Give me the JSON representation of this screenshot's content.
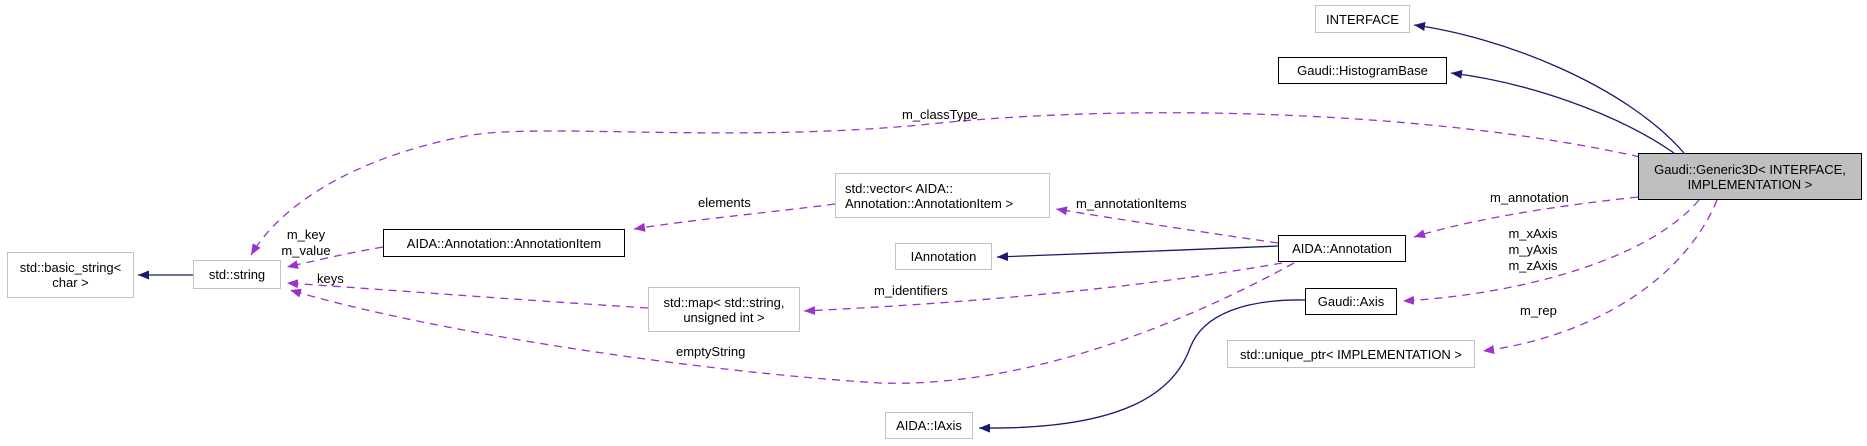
{
  "diagram": {
    "nodes": [
      {
        "id": "interface",
        "label": "INTERFACE"
      },
      {
        "id": "histogram-base",
        "label": "Gaudi::HistogramBase"
      },
      {
        "id": "generic3d",
        "label": "Gaudi::Generic3D< INTERFACE,\nIMPLEMENTATION >"
      },
      {
        "id": "vector-annotationitem",
        "label": "std::vector< AIDA::\nAnnotation::AnnotationItem >"
      },
      {
        "id": "iannotation",
        "label": "IAnnotation"
      },
      {
        "id": "annotation",
        "label": "AIDA::Annotation"
      },
      {
        "id": "annotation-item",
        "label": "AIDA::Annotation::AnnotationItem"
      },
      {
        "id": "string",
        "label": "std::string"
      },
      {
        "id": "basic-string",
        "label": "std::basic_string<\nchar >"
      },
      {
        "id": "map",
        "label": "std::map< std::string,\nunsigned int >"
      },
      {
        "id": "axis",
        "label": "Gaudi::Axis"
      },
      {
        "id": "unique-ptr",
        "label": "std::unique_ptr< IMPLEMENTATION >"
      },
      {
        "id": "iaxis",
        "label": "AIDA::IAxis"
      }
    ],
    "edge_labels": [
      {
        "id": "m-classtype",
        "text": "m_classType"
      },
      {
        "id": "elements",
        "text": "elements"
      },
      {
        "id": "m-annotationitems",
        "text": "m_annotationItems"
      },
      {
        "id": "m-annotation",
        "text": "m_annotation"
      },
      {
        "id": "m-axes",
        "text": "m_xAxis\nm_yAxis\nm_zAxis"
      },
      {
        "id": "m-rep",
        "text": "m_rep"
      },
      {
        "id": "m-key-value",
        "text": "m_key\nm_value"
      },
      {
        "id": "keys",
        "text": "keys"
      },
      {
        "id": "m-identifiers",
        "text": "m_identifiers"
      },
      {
        "id": "emptystring",
        "text": "emptyString"
      }
    ],
    "colors": {
      "inheritance_edge": "#191970",
      "usage_edge": "#9a32cd",
      "selected_node_fill": "#bfbfbf",
      "node_fill": "#ffffff",
      "documented_node_border": "#000000",
      "external_node_border": "#c2c2c6",
      "text": "#000000",
      "background": "#ffffff"
    }
  }
}
